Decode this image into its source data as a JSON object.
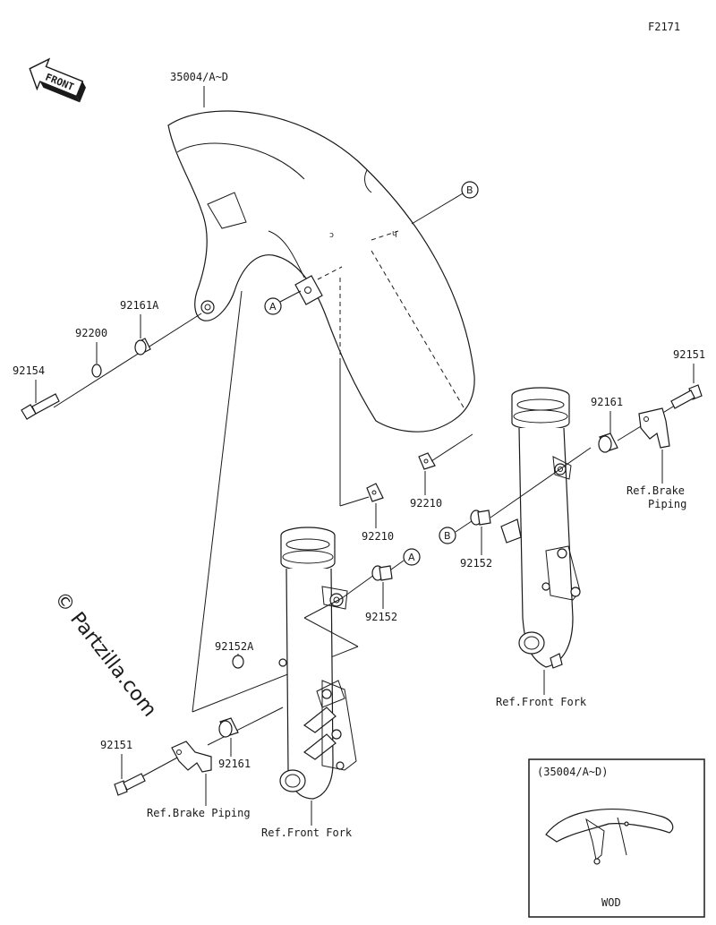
{
  "figure_code": "F2171",
  "watermark": "© Partzilla.com",
  "front_badge": "FRONT",
  "labels": {
    "fender": "35004/A~D",
    "bolt_left": "92154",
    "washer": "92200",
    "collar_top": "92161A",
    "bolt_right": "92151",
    "collar_right": "92161",
    "clip_right": "92210",
    "clip_mid": "92210",
    "bolt_b": "92152",
    "bolt_a": "92152",
    "collar_left_a": "92152A",
    "collar_left": "92161",
    "bolt_lower_left": "92151",
    "brake_ref_right_1": "Ref.Brake",
    "brake_ref_right_2": "Piping",
    "brake_ref_left": "Ref.Brake Piping",
    "fork_ref_right": "Ref.Front Fork",
    "fork_ref_left": "Ref.Front Fork"
  },
  "callouts": {
    "a1": "A",
    "a2": "A",
    "b1": "B",
    "b2": "B"
  },
  "inset": {
    "title": "(35004/A~D)",
    "caption": "WOD"
  }
}
